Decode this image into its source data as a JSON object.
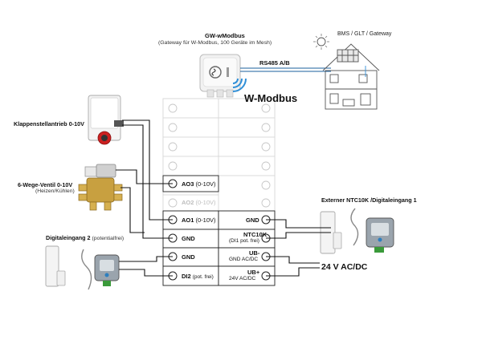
{
  "gateway": {
    "name": "GW-wModbus",
    "description": "(Gateway für W-Modbus, 100 Geräte im Mesh)"
  },
  "bus": {
    "label": "RS485 A/B",
    "wireless_label": "W-Modbus"
  },
  "bms": {
    "label": "BMS / GLT / Gateway"
  },
  "devices": {
    "damper": {
      "label": "Klappenstellantrieb 0-10V"
    },
    "valve": {
      "label": "6-Wege-Ventil 0-10V",
      "sublabel": "(Heizen/Kühlen)"
    },
    "digital_input_2": {
      "label": "Digitaleingang 2",
      "sublabel": "(potentialfrei)"
    },
    "external_sensor": {
      "label": "Externer NTC10K /Digitaleingang 1"
    }
  },
  "terminals": {
    "ao3": {
      "name": "AO3",
      "spec": "(0-10V)"
    },
    "ao2": {
      "name": "AO2",
      "spec": "(0-10V)"
    },
    "ao1": {
      "name": "AO1",
      "spec": "(0-10V)"
    },
    "gnd_left_1": "GND",
    "gnd_left_2": "GND",
    "di2": {
      "name": "DI2",
      "spec": "(pot. frei)"
    },
    "gnd_right": "GND",
    "ntc": {
      "name": "NTC10K",
      "spec": "(DI1 pot. frei)"
    },
    "ub_minus": {
      "name": "UB-",
      "spec": "GND AC/DC"
    },
    "ub_plus": {
      "name": "UB+",
      "spec": "24V AC/DC"
    }
  },
  "power": {
    "label": "24 V AC/DC"
  },
  "colors": {
    "wire": "#111111",
    "bus_line": "#1a5f9e",
    "wifi": "#2f8fd8",
    "terminal_border": "#222222",
    "faded_terminal": "#c8c8c8",
    "actuator_red": "#cc2020",
    "valve_brass": "#c8a040"
  }
}
